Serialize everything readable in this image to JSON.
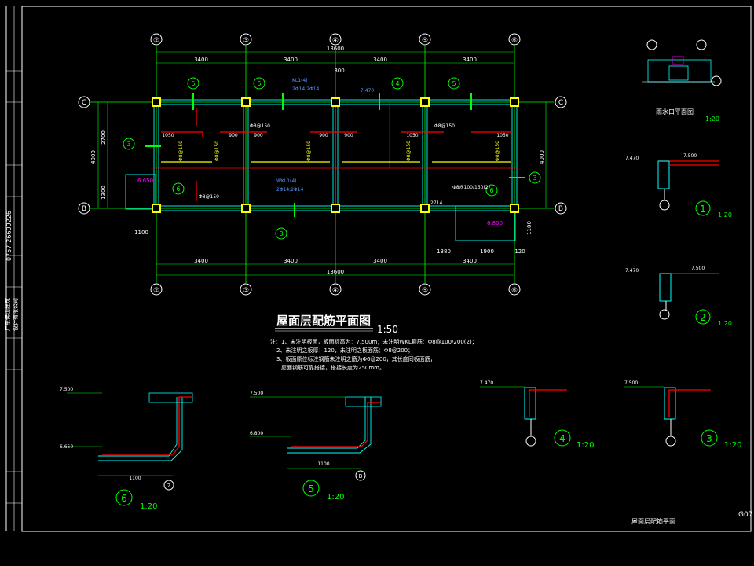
{
  "title_block": {
    "phone": "0757-26609226",
    "company_line1": "广东佛山建筑",
    "company_line2": "设计有限公司",
    "drawing_no": "G07"
  },
  "plan": {
    "title": "屋面层配筋平面图",
    "scale": "1:50",
    "axes_top": [
      "②",
      "③",
      "④",
      "⑤",
      "⑥"
    ],
    "axes_left": [
      "C",
      "B"
    ],
    "span_dims": [
      "3400",
      "3400",
      "3400",
      "3400"
    ],
    "total_dim": "13600",
    "overhang_top": "300",
    "depth_total": "4000",
    "depth_upper": "2700",
    "depth_lower": "1300",
    "left_offset": "1100",
    "right_dims": [
      "1380",
      "1900",
      "120"
    ],
    "right_depth": "1100",
    "elev_top": "7.470",
    "elev_left": "6.650",
    "elev_right": "6.800",
    "rebar_labels": [
      "1050",
      "900",
      "900",
      "900",
      "900",
      "1050",
      "1050"
    ],
    "note_items": [
      "Φ8@150",
      "Φ8@150",
      "Φ8@100/150(2)",
      "2714",
      "Φ8@150"
    ],
    "beam_labels": [
      "KL1(4)",
      "2Φ14;2Φ14",
      "WKL1(4)",
      "2Φ14;2Φ14"
    ]
  },
  "notes": {
    "line1": "注：1、未注明板面，板面标高为：7.500m；未注明WKL箍筋：Φ8@100/200(2)；",
    "line2": "2、未注明之板厚：120，未注明之板面筋：Φ8@200；",
    "line3": "3、板面原位标注钢筋未注明之筋为Φ6@200，其长度同板面筋，",
    "line4": "屋面钢筋可靠搭接，搭接长度为250mm。"
  },
  "details": {
    "gutter": {
      "title": "雨水口平面图",
      "scale": "1:20"
    },
    "d1": {
      "num": "1",
      "scale": "1:20",
      "elev": "7.470",
      "elev2": "7.500"
    },
    "d2": {
      "num": "2",
      "scale": "1:20",
      "elev": "7.470",
      "elev2": "7.500"
    },
    "d3": {
      "num": "3",
      "scale": "1:20",
      "elev": "7.500"
    },
    "d4": {
      "num": "4",
      "scale": "1:20",
      "elev": "7.470"
    },
    "d5": {
      "num": "5",
      "scale": "1:20",
      "elev": "7.500",
      "elev2": "6.800",
      "width": "1100",
      "axis": "B"
    },
    "d6": {
      "num": "6",
      "scale": "1:20",
      "elev": "7.500",
      "elev2": "6.650",
      "width": "1100",
      "axis": "2"
    }
  },
  "bottom_label": "屋面层配筋平面",
  "colors": {
    "background": "#000000",
    "grid": "#00ff00",
    "wall": "#00ffff",
    "column": "#ffff00",
    "rebar": "#ff0000",
    "text": "#ffffff",
    "label": "#ff00ff",
    "dim": "#ffffff"
  }
}
